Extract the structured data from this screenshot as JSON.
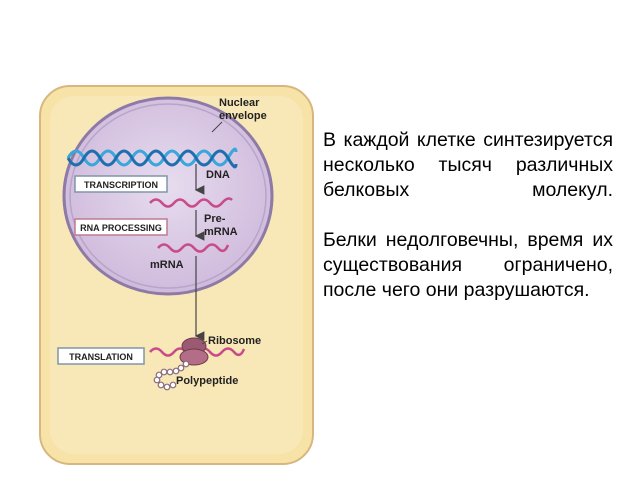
{
  "diagram": {
    "labels": {
      "nuclear_envelope_1": "Nuclear",
      "nuclear_envelope_2": "envelope",
      "dna": "DNA",
      "pre_mrna_1": "Pre-",
      "pre_mrna_2": "mRNA",
      "mrna": "mRNA",
      "ribosome": "Ribosome",
      "polypeptide": "Polypeptide"
    },
    "steps": {
      "transcription": "TRANSCRIPTION",
      "rna_processing": "RNA PROCESSING",
      "translation": "TRANSLATION"
    },
    "colors": {
      "cell_fill": "#f7e3a8",
      "nucleus_fill": "#d9c6e3",
      "dna_strand": "#3aa6d9",
      "rna_strand": "#c94c8a",
      "ribosome": "#9b5a72",
      "arrow": "#444444"
    }
  },
  "text": {
    "paragraph1": "В каждой клетке синтезируется несколько тысяч различных белковых молекул.",
    "paragraph2": "Белки недолговечны, время их существования ограничено, после чего они разрушаются."
  }
}
